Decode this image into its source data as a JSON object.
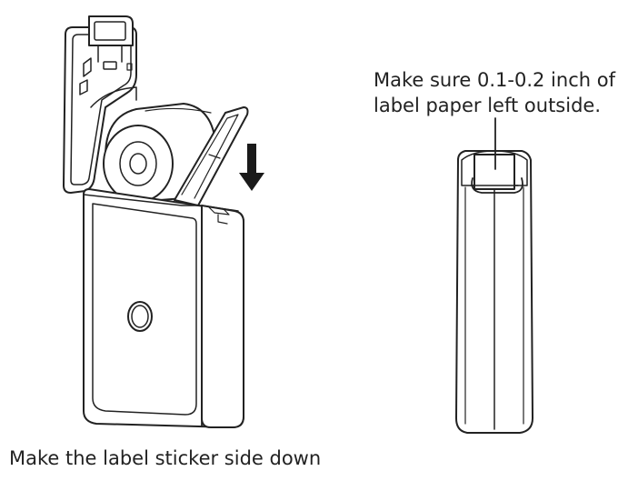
{
  "captions": {
    "load_instruction": "Make the label sticker side down",
    "outside_note_line1": "Make sure 0.1-0.2 inch of",
    "outside_note_line2": "label paper left outside."
  },
  "colors": {
    "stroke": "#222222",
    "background": "#ffffff",
    "arrow": "#1a1a1a"
  },
  "icons": {
    "arrow": "down-arrow-icon",
    "power_button": "power-button-icon"
  }
}
